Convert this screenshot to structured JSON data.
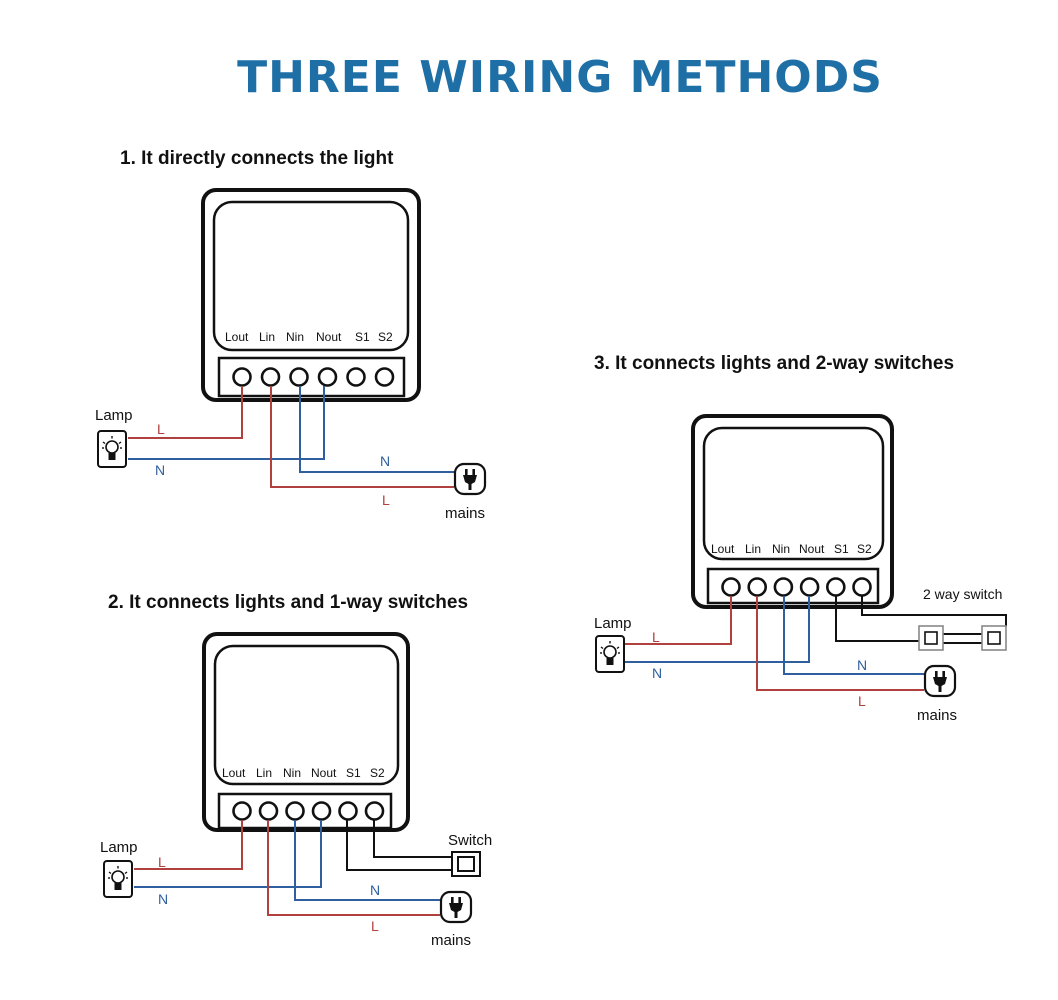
{
  "title": "THREE WIRING METHODS",
  "colors": {
    "title": "#1f6fa7",
    "live_wire": "#b0413e",
    "neutral_wire": "#2f5f9e",
    "switch_wire": "#111111"
  },
  "terminals": [
    "Lout",
    "Lin",
    "Nin",
    "Nout",
    "S1",
    "S2"
  ],
  "wire_labels": {
    "live": "L",
    "neutral": "N"
  },
  "methods": [
    {
      "heading": "1. It directly connects the light",
      "lamp_label": "Lamp",
      "mains_label": "mains",
      "lamp_icon": "lamp-icon",
      "mains_icon": "plug-icon"
    },
    {
      "heading": "2. It connects lights and 1-way switches",
      "lamp_label": "Lamp",
      "mains_label": "mains",
      "switch_label": "Switch",
      "lamp_icon": "lamp-icon",
      "mains_icon": "plug-icon",
      "switch_icon": "switch-icon"
    },
    {
      "heading": "3. It connects lights and 2-way switches",
      "lamp_label": "Lamp",
      "mains_label": "mains",
      "switch_label": "2 way switch",
      "lamp_icon": "lamp-icon",
      "mains_icon": "plug-icon",
      "switch_icon": "two-way-switch-icon"
    }
  ]
}
